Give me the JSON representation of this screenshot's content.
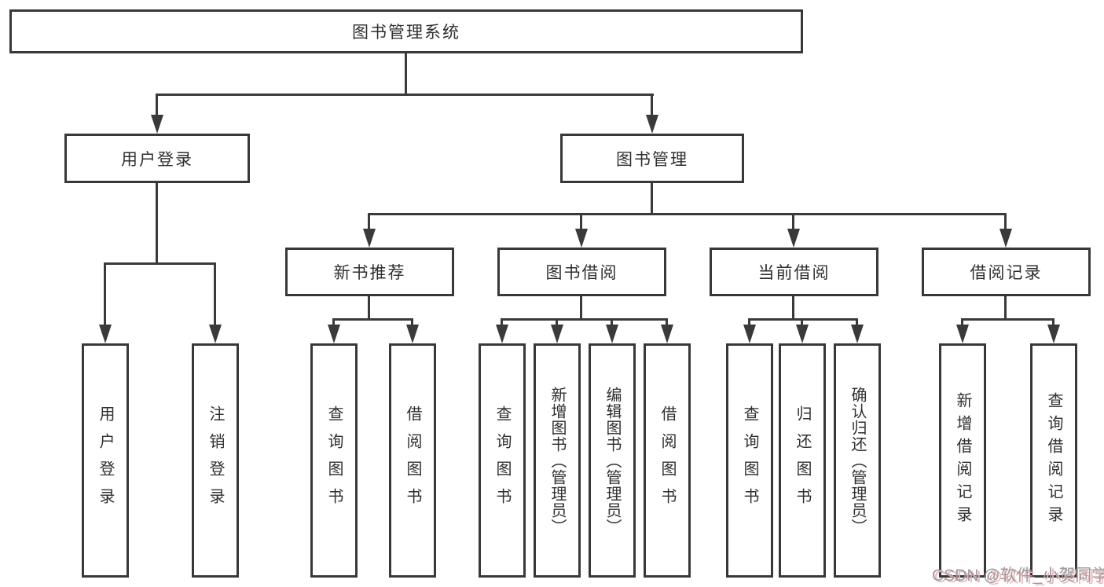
{
  "diagram": {
    "title": "图书管理系统",
    "root": {
      "label": "图书管理系统"
    },
    "branches": {
      "user_login": {
        "label": "用户登录",
        "children": [
          "用户登录",
          "注销登录"
        ]
      },
      "book_mgmt": {
        "label": "图书管理"
      }
    },
    "modules": {
      "new_book_recommend": {
        "label": "新书推荐",
        "children": [
          "查询图书",
          "借阅图书"
        ]
      },
      "book_borrow": {
        "label": "图书借阅",
        "children": [
          "查询图书",
          "新增图书（管理员）",
          "编辑图书（管理员）",
          "借阅图书"
        ]
      },
      "current_borrow": {
        "label": "当前借阅",
        "children": [
          "查询图书",
          "归还图书",
          "确认归还（管理员）"
        ]
      },
      "borrow_records": {
        "label": "借阅记录",
        "children": [
          "新增借阅记录",
          "查询借阅记录"
        ]
      }
    }
  },
  "watermark": {
    "text": "CSDN @软件_小贺同学"
  },
  "colors": {
    "line": "#3a3a3a",
    "box_border": "#383838",
    "text": "#2f2f2f",
    "background": "#ffffff",
    "watermark_text": "#9c9c9c",
    "watermark_shadow": "#f0b0ba"
  }
}
